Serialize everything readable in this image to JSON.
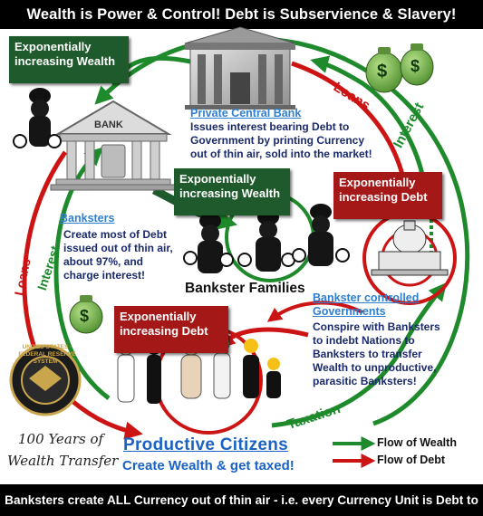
{
  "header": {
    "title": "Wealth is Power & Control!   Debt is Subservience & Slavery!"
  },
  "boxes": {
    "top_left": "Exponentially increasing Wealth",
    "center": "Exponentially increasing Wealth",
    "right": "Exponentially increasing Debt",
    "bottom": "Exponentially increasing Debt"
  },
  "bank": {
    "sign": "BANK",
    "title": "Private Central Bank",
    "lines": [
      "Issues interest bearing Debt to",
      "Government by printing Currency",
      "out of thin air, sold into the market!"
    ]
  },
  "banksters": {
    "title": "Banksters",
    "lines": [
      "Create most of Debt",
      "issued out of thin air,",
      "about 97%, and",
      "charge interest!"
    ]
  },
  "families_label": "Bankster Families",
  "governments": {
    "title_lines": [
      "Bankster controlled",
      "Governments"
    ],
    "lines": [
      "Conspire with Banksters",
      "to indebt Nations to",
      "Banksters to transfer",
      "Wealth to unproductive,",
      "parasitic Banksters!"
    ]
  },
  "seal": {
    "outer_text": "UNITED STATES · FEDERAL RESERVE SYSTEM ·"
  },
  "script": {
    "line1": "100 Years of",
    "line2": "Wealth Transfer"
  },
  "citizens": {
    "title": "Productive Citizens",
    "subtitle": "Create Wealth & get taxed!"
  },
  "arrow_labels": {
    "loans_top": "Loans",
    "interest_top": "Interest",
    "interest_left": "Interest",
    "loans_left": "Loans",
    "taxation": "Taxation"
  },
  "money_bag_symbol": "$",
  "legend": {
    "wealth": "Flow of Wealth",
    "debt": "Flow of Debt"
  },
  "footer": "Banksters create ALL Currency out of thin air - i.e. every Currency Unit is Debt to Banksters",
  "colors": {
    "wealth": "#1e8a2c",
    "debt": "#cc1414",
    "dark_green": "#1e5a2c",
    "dark_red": "#a51818",
    "navy": "#1a2a6c",
    "blue": "#2f7fd0"
  }
}
